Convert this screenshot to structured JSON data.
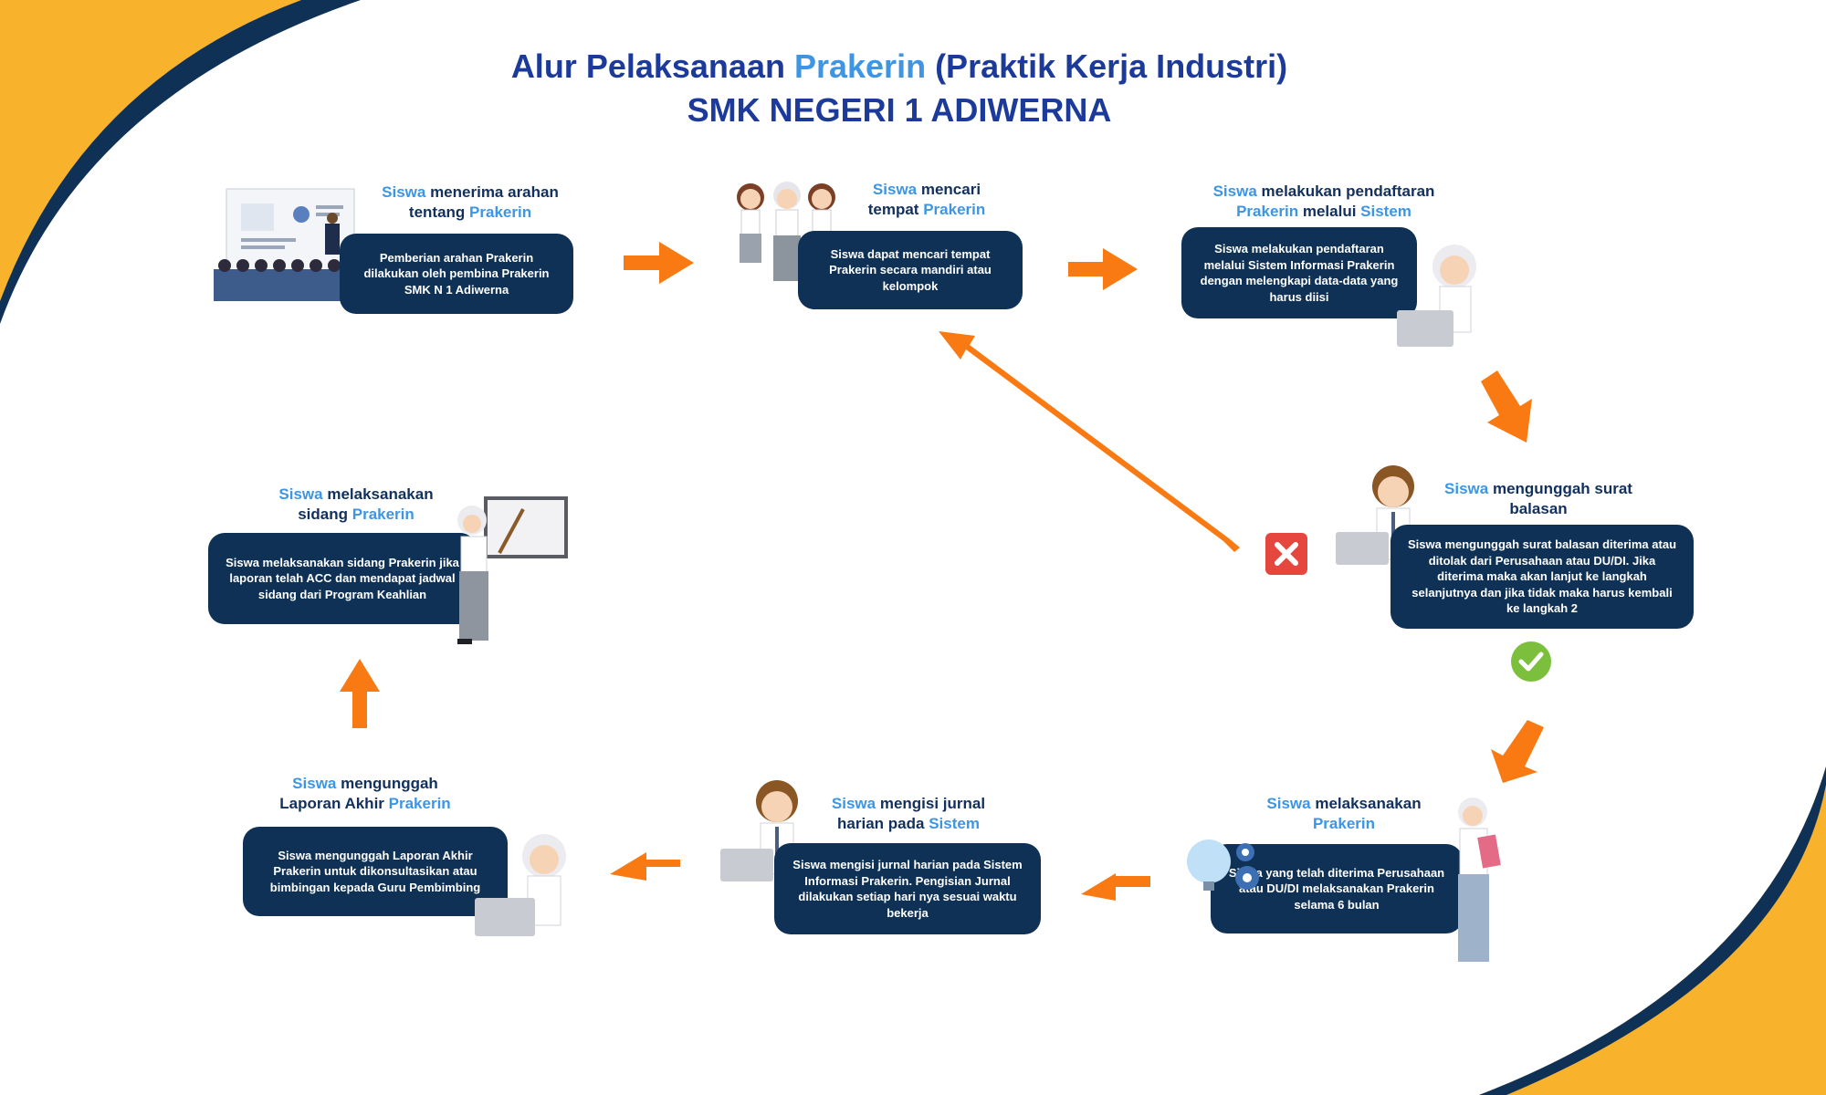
{
  "title": {
    "line1_prefix": "Alur Pelaksanaan ",
    "line1_accent": "Prakerin",
    "line1_suffix": " (Praktik Kerja Industri)",
    "line2": "SMK NEGERI 1 ADIWERNA"
  },
  "colors": {
    "navy": "#0e3155",
    "title_blue": "#1b3a9a",
    "accent_blue": "#3d95e4",
    "arrow_orange": "#f97a12",
    "corner_yellow": "#f9b22b",
    "reject_red": "#e5473f",
    "accept_green": "#7bbf3c"
  },
  "steps": [
    {
      "title": [
        [
          "Siswa",
          "hl"
        ],
        [
          " menerima arahan",
          ""
        ],
        [
          "\n",
          ""
        ],
        [
          "tentang ",
          ""
        ],
        [
          "Prakerin",
          "hl"
        ]
      ],
      "text": "Pemberian arahan Prakerin dilakukan oleh pembina Prakerin SMK N 1 Adiwerna"
    },
    {
      "title": [
        [
          "Siswa",
          "hl"
        ],
        [
          " mencari",
          ""
        ],
        [
          "\n",
          ""
        ],
        [
          "tempat ",
          ""
        ],
        [
          "Prakerin",
          "hl"
        ]
      ],
      "text": "Siswa dapat mencari tempat Prakerin secara mandiri atau kelompok"
    },
    {
      "title": [
        [
          "Siswa",
          "hl"
        ],
        [
          " melakukan pendaftaran",
          ""
        ],
        [
          "\n",
          ""
        ],
        [
          "Prakerin",
          "hl"
        ],
        [
          " melalui ",
          ""
        ],
        [
          "Sistem",
          "hl"
        ]
      ],
      "text": "Siswa melakukan pendaftaran melalui Sistem Informasi Prakerin dengan melengkapi data-data yang harus diisi"
    },
    {
      "title": [
        [
          "Siswa",
          "hl"
        ],
        [
          " mengunggah surat",
          ""
        ],
        [
          "\n",
          ""
        ],
        [
          "balasan",
          ""
        ]
      ],
      "text": "Siswa mengunggah surat balasan diterima atau ditolak dari Perusahaan atau DU/DI. Jika diterima maka akan lanjut ke langkah selanjutnya dan jika tidak maka harus kembali ke langkah 2"
    },
    {
      "title": [
        [
          "Siswa",
          "hl"
        ],
        [
          " melaksanakan",
          ""
        ],
        [
          "\n",
          ""
        ],
        [
          "Prakerin",
          "hl"
        ]
      ],
      "text": "Siswa yang telah diterima Perusahaan atau DU/DI melaksanakan Prakerin selama 6 bulan"
    },
    {
      "title": [
        [
          "Siswa",
          "hl"
        ],
        [
          " mengisi jurnal",
          ""
        ],
        [
          "\n",
          ""
        ],
        [
          "harian pada ",
          ""
        ],
        [
          "Sistem",
          "hl"
        ]
      ],
      "text": "Siswa mengisi jurnal harian pada Sistem Informasi Prakerin. Pengisian Jurnal dilakukan setiap hari nya sesuai waktu bekerja"
    },
    {
      "title": [
        [
          "Siswa",
          "hl"
        ],
        [
          " mengunggah",
          ""
        ],
        [
          "\n",
          ""
        ],
        [
          "Laporan Akhir ",
          ""
        ],
        [
          "Prakerin",
          "hl"
        ]
      ],
      "text": "Siswa mengunggah Laporan Akhir Prakerin untuk dikonsultasikan atau bimbingan kepada Guru Pembimbing"
    },
    {
      "title": [
        [
          "Siswa",
          "hl"
        ],
        [
          " melaksanakan",
          ""
        ],
        [
          "\n",
          ""
        ],
        [
          "sidang ",
          ""
        ],
        [
          "Prakerin",
          "hl"
        ]
      ],
      "text": "Siswa melaksanakan sidang Prakerin jika laporan telah ACC dan mendapat jadwal sidang dari Program Keahlian"
    }
  ]
}
